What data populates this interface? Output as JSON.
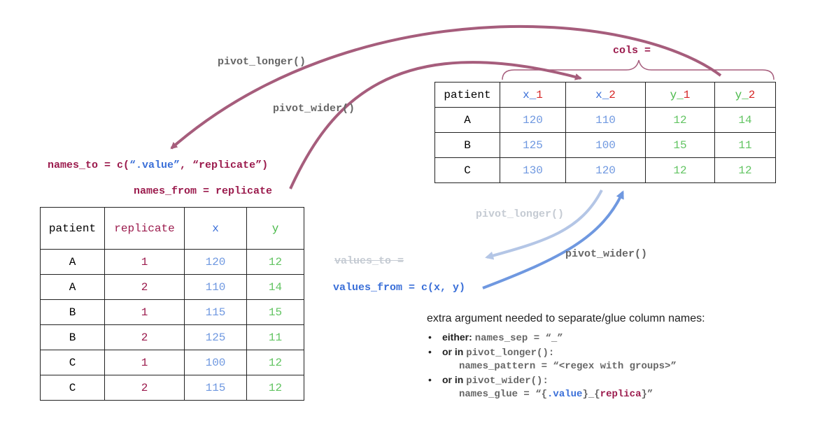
{
  "labels": {
    "pivot_longer_top": "pivot_longer()",
    "pivot_wider_top": "pivot_wider()",
    "cols": "cols =",
    "names_to_prefix": "names_to = c(",
    "names_to_value": "“.value”",
    "names_to_rest": ", “replicate”)",
    "names_from": "names_from = replicate",
    "pivot_longer_mid": "pivot_longer()",
    "pivot_wider_mid": "pivot_wider()",
    "values_to": "values_to =",
    "values_from": "values_from = c(x, y)"
  },
  "wide_table": {
    "headers": [
      {
        "prefix": "patient",
        "suffix": ""
      },
      {
        "prefix": "x_",
        "suffix": "1"
      },
      {
        "prefix": "x_",
        "suffix": "2"
      },
      {
        "prefix": "y_",
        "suffix": "1"
      },
      {
        "prefix": "y_",
        "suffix": "2"
      }
    ],
    "rows": [
      [
        "A",
        "120",
        "110",
        "12",
        "14"
      ],
      [
        "B",
        "125",
        "100",
        "15",
        "11"
      ],
      [
        "C",
        "130",
        "120",
        "12",
        "12"
      ]
    ]
  },
  "long_table": {
    "headers": [
      "patient",
      "replicate",
      "x",
      "y"
    ],
    "rows": [
      [
        "A",
        "1",
        "120",
        "12"
      ],
      [
        "A",
        "2",
        "110",
        "14"
      ],
      [
        "B",
        "1",
        "115",
        "15"
      ],
      [
        "B",
        "2",
        "125",
        "11"
      ],
      [
        "C",
        "1",
        "100",
        "12"
      ],
      [
        "C",
        "2",
        "115",
        "12"
      ]
    ]
  },
  "notes": {
    "heading": "extra argument needed to separate/glue column names:",
    "item1_kw": "either:",
    "item1_code": "names_sep = “_”",
    "item2_kw": "or in",
    "item2_code": "pivot_longer():",
    "item2_sub": "names_pattern = “<regex with groups>”",
    "item3_kw": "or in",
    "item3_code": "pivot_wider():",
    "item3_sub_a": "names_glue = “{",
    "item3_sub_b": ".value",
    "item3_sub_c": "}_{",
    "item3_sub_d": "replica",
    "item3_sub_e": "}”"
  },
  "colors": {
    "maroon": "#9b1b4d",
    "blue": "#3a6fd8",
    "green": "#45b845",
    "red": "#d62828",
    "arrow_maroon": "#a65d7c",
    "arrow_blue": "#6f98e0",
    "arrow_lightblue": "#b4c6e6"
  }
}
